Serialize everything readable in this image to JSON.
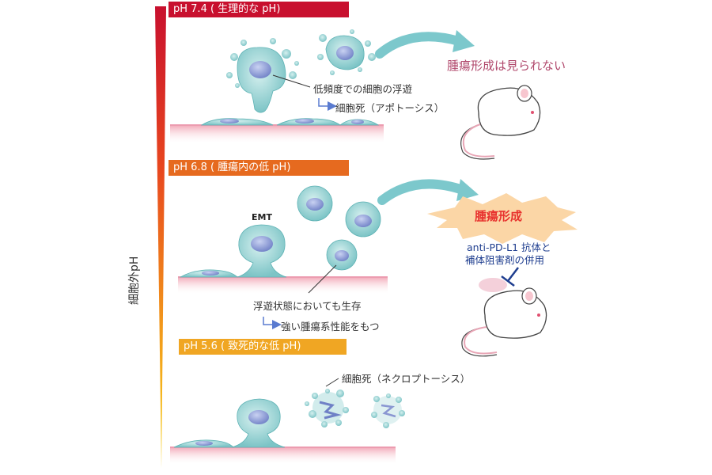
{
  "gradient_axis": {
    "label": "細胞外pH",
    "colors": [
      "#c8102e",
      "#e8461e",
      "#f29a1b",
      "#f8d21c"
    ]
  },
  "sections": [
    {
      "band_label": "pH 7.4 ( 生理的な pH)",
      "band_color": "#c8102e",
      "notes": [
        "低頻度での細胞の浮遊",
        "細胞死（アポトーシス）"
      ],
      "outcome": "腫瘍形成は見られない",
      "outcome_color": "#b0476b"
    },
    {
      "band_label": "pH 6.8 ( 腫瘍内の低 pH)",
      "band_color": "#e66a1f",
      "cell_label": "EMT",
      "notes": [
        "浮遊状態においても生存",
        "強い腫瘍系性能をもつ"
      ],
      "outcome": "腫瘍形成",
      "outcome_color": "#e8322e",
      "treatment": [
        "anti-PD-L1 抗体と",
        "補体阻害剤の併用"
      ],
      "treatment_color": "#1f3e8f"
    },
    {
      "band_label": "pH 5.6 ( 致死的な低 pH)",
      "band_color": "#f0a623",
      "notes": [
        "細胞死（ネクロプトーシス）"
      ]
    }
  ],
  "colors": {
    "cell": "#8fcfcf",
    "cell_dark": "#5fb3b5",
    "nucleus": "#7e8fd0",
    "arrow": "#7cc8cc",
    "surface": "#f6c9d2",
    "mouse_body": "#ffffff",
    "mouse_outline": "#444444",
    "burst": "#fbd6a6"
  },
  "icons": {
    "bent_arrow": "bent-arrow-icon",
    "curved_arrow": "curved-arrow-icon",
    "inhibit": "inhibit-tbar-icon",
    "mouse": "mouse-icon",
    "burst": "starburst-icon"
  }
}
